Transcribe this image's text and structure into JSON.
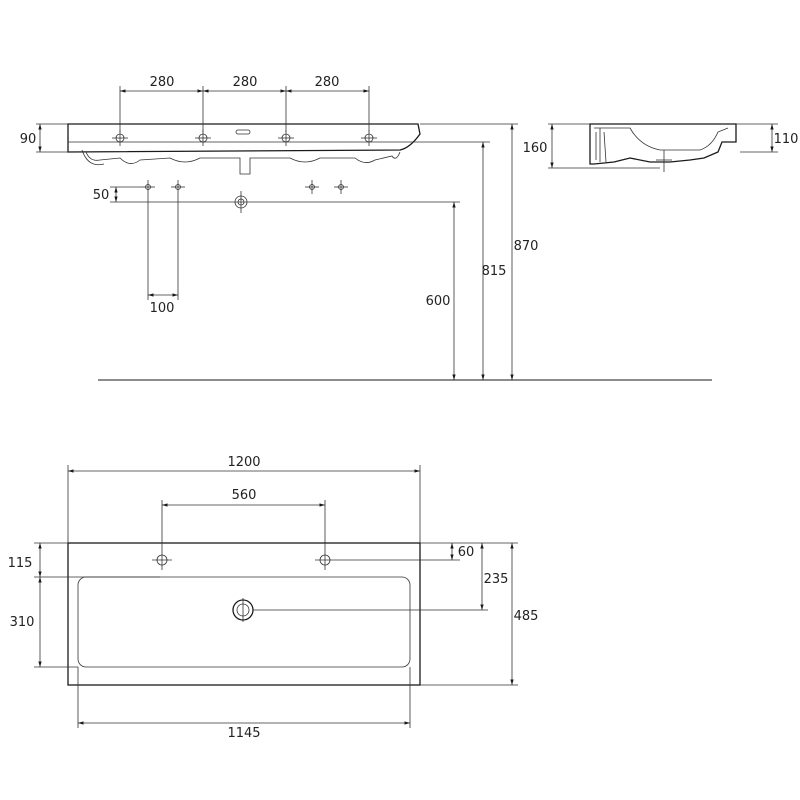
{
  "colors": {
    "line": "#1a1a1a",
    "background": "#ffffff"
  },
  "front_view": {
    "tap_spacing_1": "280",
    "tap_spacing_2": "280",
    "tap_spacing_3": "280",
    "rim_height": "90",
    "valve_offset": "50",
    "valve_spacing": "100",
    "height_600": "600",
    "height_815": "815",
    "height_870": "870"
  },
  "side_view": {
    "depth_160": "160",
    "depth_110": "110"
  },
  "plan_view": {
    "overall_width": "1200",
    "tap_distance": "560",
    "tap_row_offset": "115",
    "basin_depth": "310",
    "basin_width": "1145",
    "tap_edge_offset": "60",
    "drain_offset": "235",
    "overall_depth": "485"
  }
}
